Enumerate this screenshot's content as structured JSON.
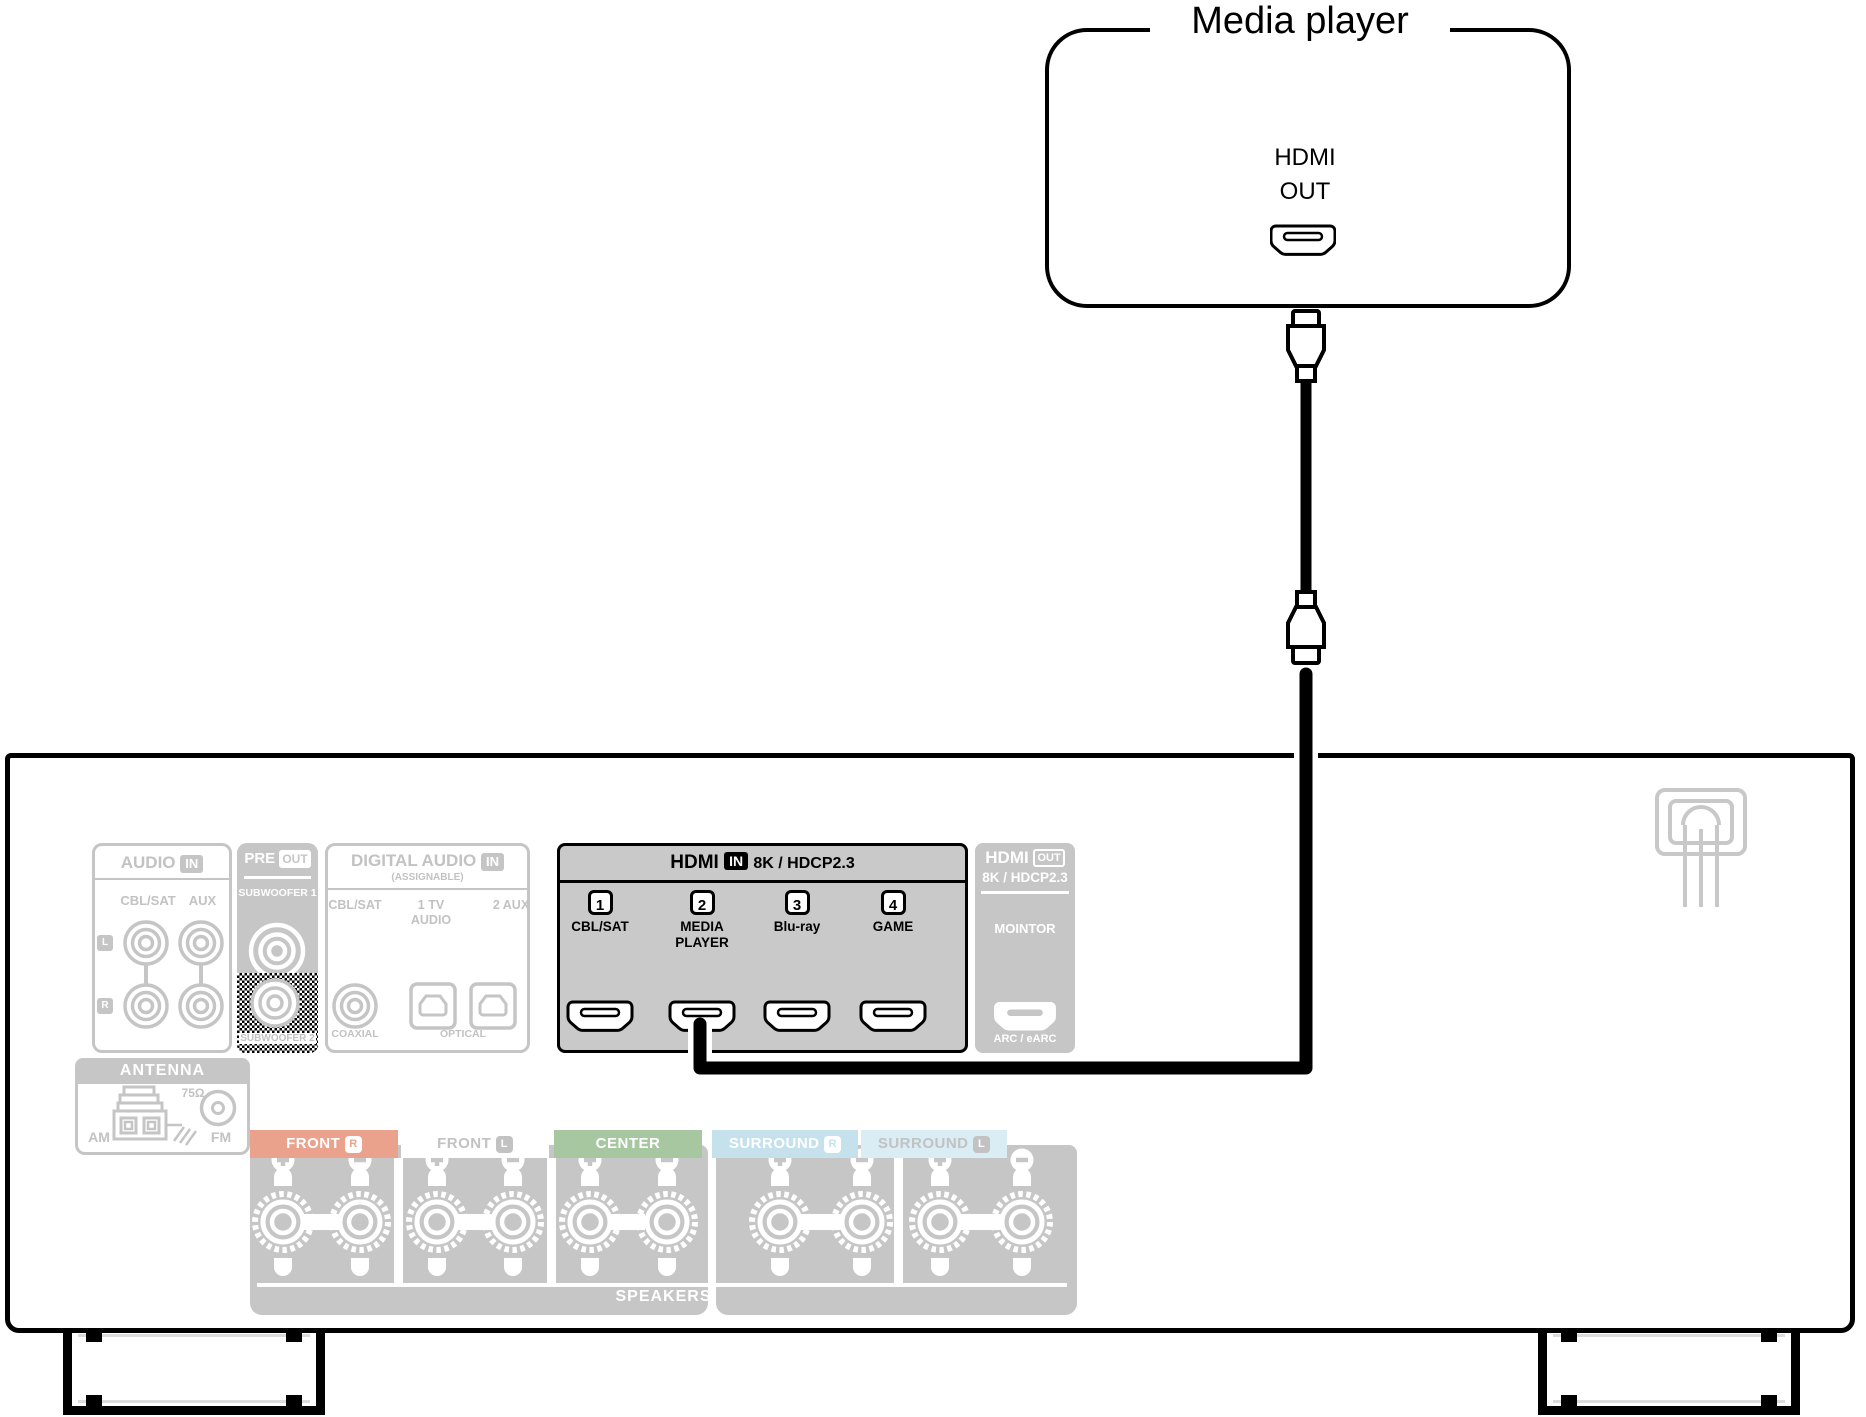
{
  "media_player": {
    "title": "Media player",
    "hdmi_line1": "HDMI",
    "hdmi_line2": "OUT"
  },
  "receiver": {
    "audio_in": {
      "title": "AUDIO",
      "badge": "IN",
      "cbl": "CBL/SAT",
      "aux": "AUX",
      "l": "L",
      "r": "R"
    },
    "pre_out": {
      "title": "PRE",
      "badge": "OUT",
      "sub1": "SUBWOOFER 1",
      "sub2": "SUBWOOFER 2"
    },
    "digital_audio": {
      "title": "DIGITAL AUDIO",
      "badge": "IN",
      "assignable": "(ASSIGNABLE)",
      "cbl": "CBL/SAT",
      "tv_line1": "1  TV",
      "tv_line2": "AUDIO",
      "aux": "2 AUX",
      "coaxial": "COAXIAL",
      "optical": "OPTICAL"
    },
    "hdmi_in": {
      "title": "HDMI",
      "badge": "IN",
      "spec": "8K / HDCP2.3",
      "ports": [
        {
          "num": "1",
          "label": "CBL/SAT"
        },
        {
          "num": "2",
          "label": "MEDIA PLAYER"
        },
        {
          "num": "3",
          "label": "Blu-ray"
        },
        {
          "num": "4",
          "label": "GAME"
        }
      ]
    },
    "hdmi_out": {
      "title": "HDMI",
      "badge": "OUT",
      "spec": "8K / HDCP2.3",
      "monitor": "MOINTOR",
      "arc": "ARC / eARC"
    },
    "antenna": {
      "title": "ANTENNA",
      "ohm": "75Ω",
      "am": "AM",
      "fm": "FM"
    },
    "speakers": {
      "label": "SPEAKERS",
      "channels": [
        {
          "name": "FRONT",
          "badge": "R"
        },
        {
          "name": "FRONT",
          "badge": "L"
        },
        {
          "name": "CENTER",
          "badge": ""
        },
        {
          "name": "SURROUND",
          "badge": "R"
        },
        {
          "name": "SURROUND",
          "badge": "L"
        }
      ]
    }
  },
  "colors": {
    "line_gray": "#C5C5C5",
    "text_gray": "#C2C2C2",
    "panel_gray": "#C6C6C6",
    "active_gray": "#C9C9C9",
    "front_r": "#EAA28C",
    "center": "#A6C7A0",
    "surround_r": "#C5E2EC",
    "surround_l": "#DAECF4",
    "cable_black": "#000000"
  }
}
